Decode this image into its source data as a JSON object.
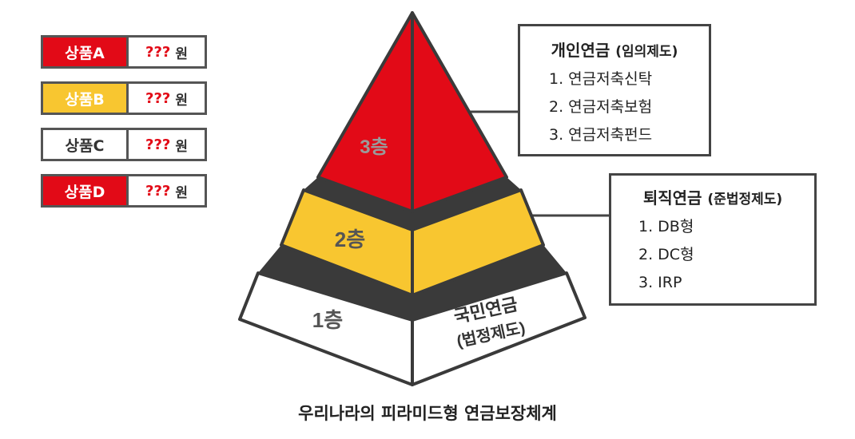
{
  "legend": [
    {
      "name": "상품A",
      "value": "???",
      "unit": "원",
      "color": "#e20a17",
      "text_color": "#ffffff"
    },
    {
      "name": "상품B",
      "value": "???",
      "unit": "원",
      "color": "#f8c630",
      "text_color": "#ffffff"
    },
    {
      "name": "상품C",
      "value": "???",
      "unit": "원",
      "color": "#ffffff",
      "text_color": "#333333"
    },
    {
      "name": "상품D",
      "value": "???",
      "unit": "원",
      "color": "#e20a17",
      "text_color": "#ffffff"
    }
  ],
  "pyramid": {
    "layer3": {
      "label": "3층",
      "color": "#e20a17"
    },
    "layer2": {
      "label": "2층",
      "color": "#f8c630"
    },
    "layer1": {
      "label": "1층",
      "color": "#ffffff",
      "side_line1": "국민연금",
      "side_line2": "(법정제도)"
    }
  },
  "personal_box": {
    "title": "개인연금",
    "subtitle": "(임의제도)",
    "items": [
      "1. 연금저축신탁",
      "2. 연금저축보험",
      "3. 연금저축펀드"
    ]
  },
  "retirement_box": {
    "title": "퇴직연금",
    "subtitle": "(준법정제도)",
    "items": [
      "1. DB형",
      "2. DC형",
      "3. IRP"
    ]
  },
  "caption": "우리나라의 피라미드형 연금보장체계"
}
